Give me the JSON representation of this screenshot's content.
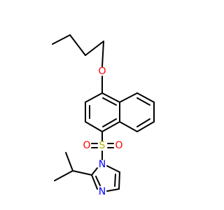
{
  "molecule": {
    "atoms": {
      "oxygen_ether": {
        "symbol": "O",
        "color": "#ff0000"
      },
      "sulfur": {
        "symbol": "S",
        "color": "#b3b300"
      },
      "oxygen_sulfonyl_left": {
        "symbol": "O",
        "color": "#ff0000"
      },
      "oxygen_sulfonyl_right": {
        "symbol": "O",
        "color": "#ff0000"
      },
      "nitrogen_n1": {
        "symbol": "N",
        "color": "#0000ff"
      },
      "nitrogen_n3": {
        "symbol": "N",
        "color": "#0000ff"
      }
    },
    "bond_color": "#000000"
  }
}
